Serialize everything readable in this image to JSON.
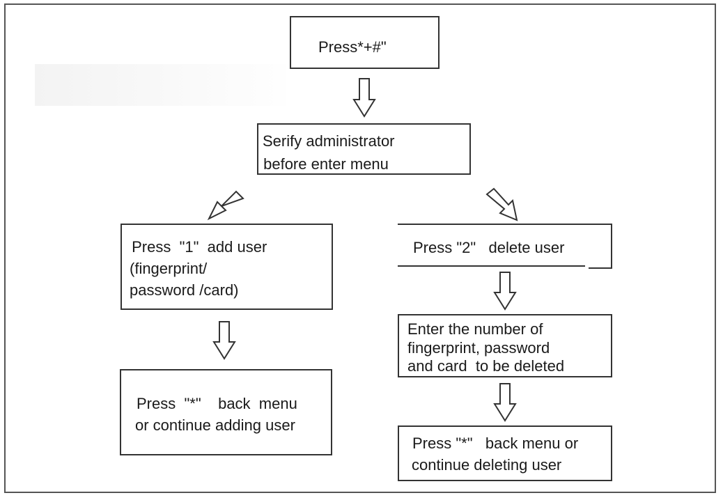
{
  "diagram": {
    "nodes": {
      "press_star_hash": {
        "lines": [
          "Press*+#\""
        ]
      },
      "verify_admin": {
        "lines": [
          "Serify administrator",
          " before enter menu"
        ]
      },
      "add_user": {
        "lines": [
          " Press  \"1\"  add user",
          "(fingerprint/",
          "password /card)"
        ]
      },
      "delete_user": {
        "lines": [
          "Press \"2\"   delete user"
        ]
      },
      "add_back": {
        "lines": [
          "Press  \"*\"    back  menu",
          "or continue adding user"
        ]
      },
      "enter_number": {
        "lines": [
          "Enter the number of",
          "fingerprint, password",
          "and card  to be deleted"
        ]
      },
      "delete_back": {
        "lines": [
          "Press \"*\"   back menu or",
          "continue deleting user"
        ]
      }
    },
    "edges": [
      [
        "press_star_hash",
        "verify_admin"
      ],
      [
        "verify_admin",
        "add_user"
      ],
      [
        "verify_admin",
        "delete_user"
      ],
      [
        "add_user",
        "add_back"
      ],
      [
        "delete_user",
        "enter_number"
      ],
      [
        "enter_number",
        "delete_back"
      ]
    ]
  }
}
